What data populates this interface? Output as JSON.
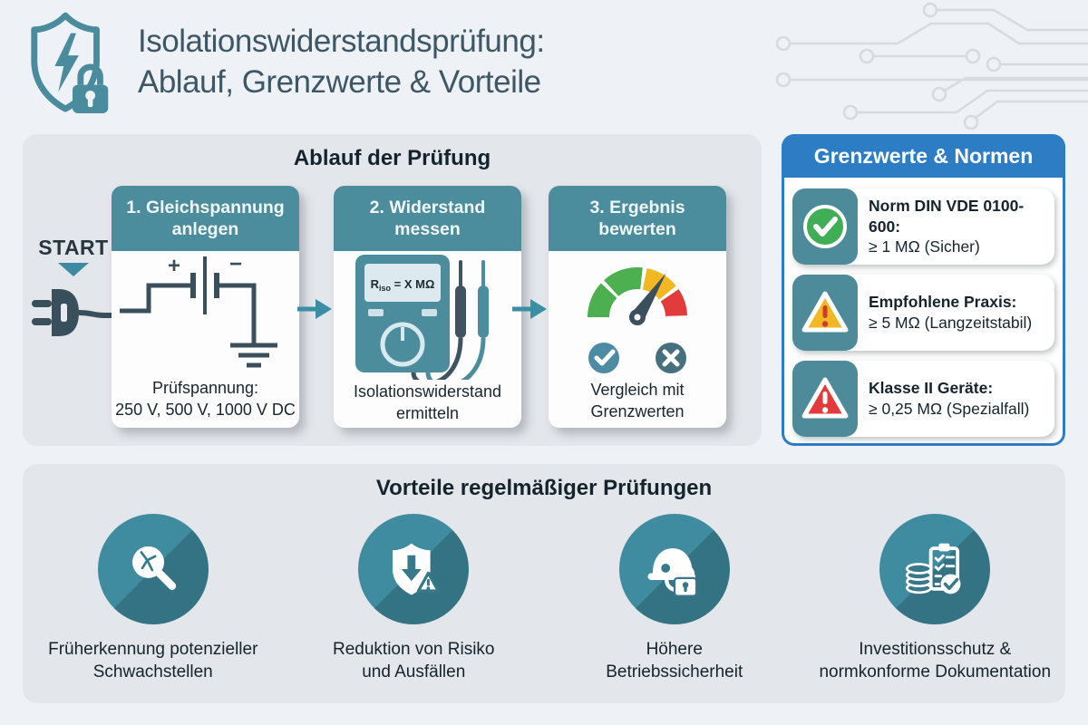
{
  "header": {
    "title_line1": "Isolationswiderstandsprüfung:",
    "title_line2": "Ablauf, Grenzwerte & Vorteile"
  },
  "process": {
    "title": "Ablauf der Prüfung",
    "start_label": "START",
    "steps": [
      {
        "header": "1. Gleichspannung anlegen",
        "caption_line1": "Prüfspannung:",
        "caption_line2": "250 V, 500 V, 1000 V DC",
        "battery_plus": "+",
        "battery_minus": "−"
      },
      {
        "header": "2. Widerstand messen",
        "caption_line1": "Isolationswiderstand",
        "caption_line2": "ermitteln",
        "display": {
          "base": "R",
          "sub": "iso",
          "rest": " = X MΩ"
        }
      },
      {
        "header": "3. Ergebnis bewerten",
        "caption_line1": "Vergleich mit",
        "caption_line2": "Grenzwerten"
      }
    ]
  },
  "limits": {
    "title": "Grenzwerte & Normen",
    "items": [
      {
        "icon": "check-circle-icon",
        "label": "Norm DIN VDE 0100-600:",
        "value": "≥ 1 MΩ (Sicher)"
      },
      {
        "icon": "warning-yellow-icon",
        "label": "Empfohlene Praxis:",
        "value": "≥ 5 MΩ (Langzeitstabil)"
      },
      {
        "icon": "warning-red-icon",
        "label": "Klasse II Geräte:",
        "value": "≥ 0,25 MΩ (Spezialfall)"
      }
    ]
  },
  "benefits": {
    "title": "Vorteile regelmäßiger Prüfungen",
    "items": [
      {
        "icon": "magnifier-crack-icon",
        "line1": "Früherkennung potenzieller",
        "line2": "Schwachstellen"
      },
      {
        "icon": "shield-alert-icon",
        "line1": "Reduktion von Risiko",
        "line2": "und Ausfällen"
      },
      {
        "icon": "helmet-lock-icon",
        "line1": "Höhere",
        "line2": "Betriebssicherheit"
      },
      {
        "icon": "coins-checklist-icon",
        "line1": "Investitionsschutz &",
        "line2": "normkonforme Dokumentation"
      }
    ]
  },
  "colors": {
    "teal": "#4b8c9d",
    "teal_accent": "#3d8ba0",
    "slate": "#3a4f5c",
    "blue": "#2d7dc5",
    "green": "#3fae55",
    "yellow": "#f2b824",
    "red": "#e23b3b",
    "benefit_teal": "#3a7e91"
  }
}
